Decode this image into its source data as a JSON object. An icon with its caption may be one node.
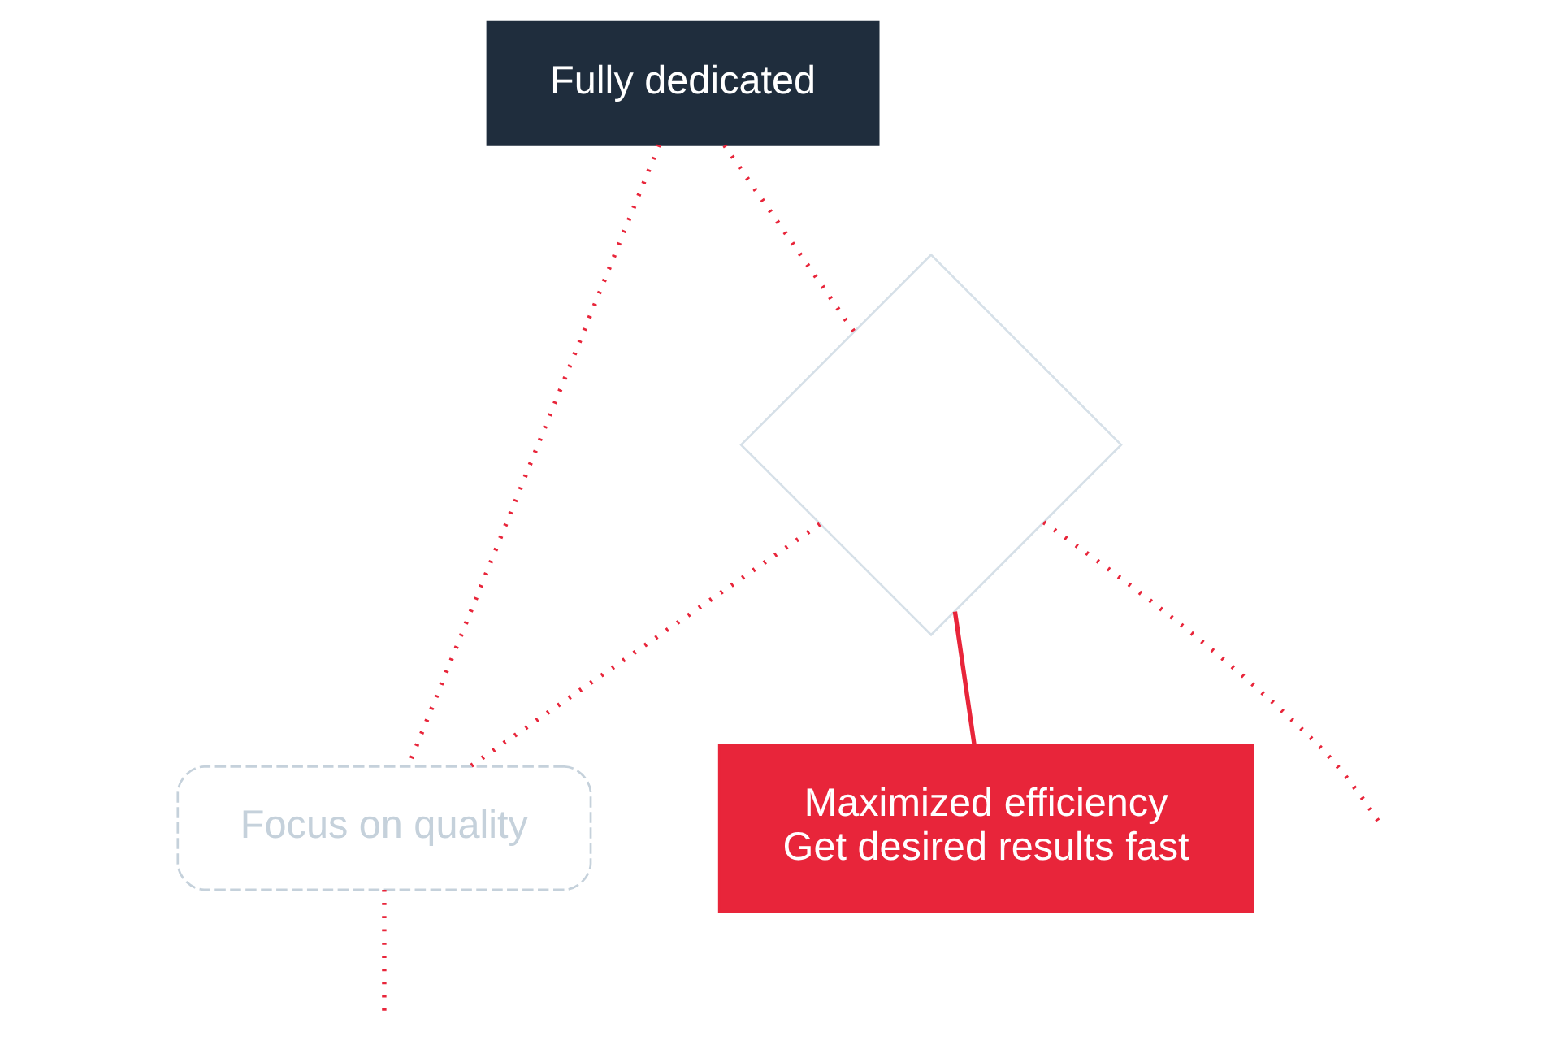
{
  "diagram": {
    "nodes": [
      {
        "text": [
          "Fully dedicated"
        ]
      },
      {
        "text": [],
        "shape": "diamond"
      },
      {
        "text": [
          "Focus on quality"
        ]
      },
      {
        "text": [
          "Maximized efficiency",
          "Get desired results fast"
        ]
      }
    ],
    "edges": [
      {
        "from": 0,
        "to": 2,
        "arrow": "none",
        "style": "dashed"
      },
      {
        "from": 0,
        "to": 1,
        "arrow": "none",
        "style": "dashed"
      },
      {
        "from": 1,
        "to": 2,
        "arrow": "none",
        "style": "dashed"
      },
      {
        "from": 2,
        "to": null,
        "arrow": "none",
        "style": "dashed"
      },
      {
        "from": 1,
        "to": 3,
        "arrow": "none"
      },
      {
        "from": 1,
        "to": null,
        "arrow": "none",
        "style": "dashed"
      }
    ]
  }
}
